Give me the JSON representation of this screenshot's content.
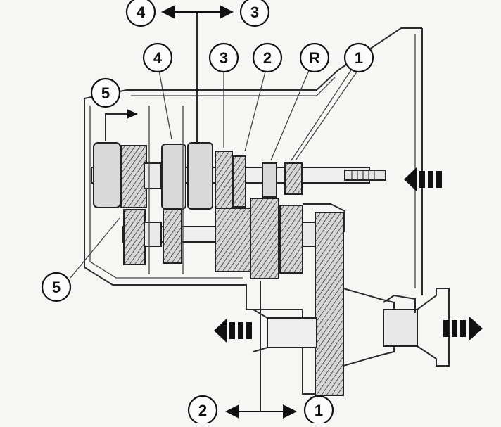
{
  "callouts": {
    "top_left": "4",
    "top_right": "3",
    "gear_4": "4",
    "gear_3": "3",
    "gear_2": "2",
    "gear_r": "R",
    "gear_1": "1",
    "gear_5_top": "5",
    "gear_5_bottom": "5",
    "bottom_left": "2",
    "bottom_right": "1"
  },
  "colors": {
    "ink": "#111111",
    "background": "#f6f6f4",
    "gear_fill": "#d9d9d9"
  },
  "icons": [
    "double-arrow-left-icon",
    "double-arrow-right-icon",
    "power-input-arrow-icon",
    "power-output-arrow-icon"
  ]
}
